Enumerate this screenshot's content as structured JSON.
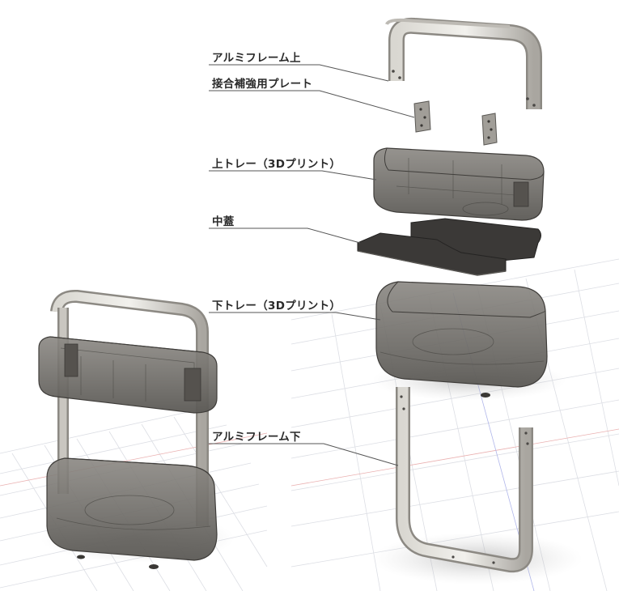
{
  "callouts": {
    "aluminum_frame_upper": "アルミフレーム上",
    "joint_reinforcement_plate": "接合補強用プレート",
    "upper_tray": "上トレー（3Dプリント）",
    "middle_lid": "中蓋",
    "lower_tray": "下トレー（3Dプリント）",
    "aluminum_frame_lower": "アルミフレーム下"
  },
  "colors": {
    "tray_fill": "#6f6c68",
    "tray_fill_light": "#8a8782",
    "tray_edge": "#3f3d3a",
    "metal_light": "#e2e0da",
    "metal_mid": "#b8b5ae",
    "metal_dark": "#8c8983",
    "lid_fill": "#3b3937",
    "grid_line": "#d6d8de",
    "axis_red": "#e8a0a0",
    "axis_blue": "#a0a8e8",
    "leader": "#555555"
  }
}
